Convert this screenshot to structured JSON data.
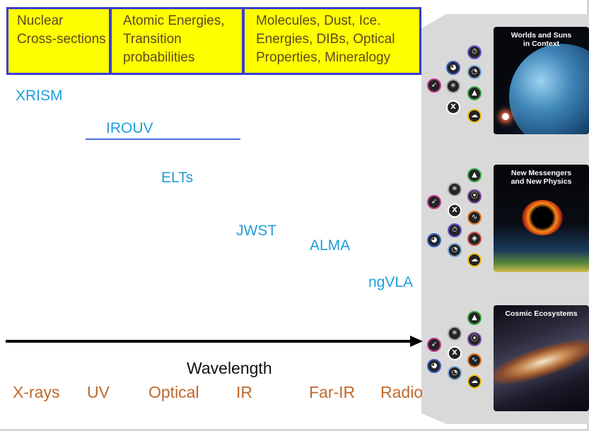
{
  "header_boxes": [
    {
      "lines": [
        "Nuclear",
        "Cross-sections"
      ]
    },
    {
      "lines": [
        "Atomic Energies,",
        "Transition",
        "probabilities"
      ]
    },
    {
      "lines": [
        "Molecules, Dust, Ice.",
        "Energies, DIBs, Optical",
        "Properties, Mineralogy"
      ]
    }
  ],
  "facilities": [
    "XRISM",
    "IROUV",
    "ELTs",
    "JWST",
    "ALMA",
    "ngVLA"
  ],
  "axis": {
    "label": "Wavelength"
  },
  "wavelength_bands": [
    "X-rays",
    "UV",
    "Optical",
    "IR",
    "Far-IR",
    "Radio"
  ],
  "panels": [
    {
      "title_lines": [
        "Worlds and Suns",
        "in Context"
      ],
      "image": "exoplanet-with-star"
    },
    {
      "title_lines": [
        "New Messengers",
        "and New Physics"
      ],
      "image": "black-hole-shadow"
    },
    {
      "title_lines": [
        "Cosmic Ecosystems"
      ],
      "image": "galaxy-starburst"
    }
  ],
  "icon_colors": {
    "rocket": "#c2368a",
    "globe": "#3b5fc9",
    "gear": "#2aa8c7",
    "satellite-dish": "#7aa6d6",
    "snowflake": "#a8a8a8",
    "x-ray": "#ffffff",
    "mountain": "#3aa84a",
    "clock": "#6a5acd",
    "cloud": "#f0c419",
    "waves": "#e07b2a",
    "antenna": "#7a52a3",
    "cube": "#d04a4a"
  },
  "colors": {
    "header_fill": "#ffff00",
    "header_border": "#3b3bd6",
    "facility_text": "#1e9edb",
    "band_text": "#c0682c",
    "axis": "#000000"
  }
}
